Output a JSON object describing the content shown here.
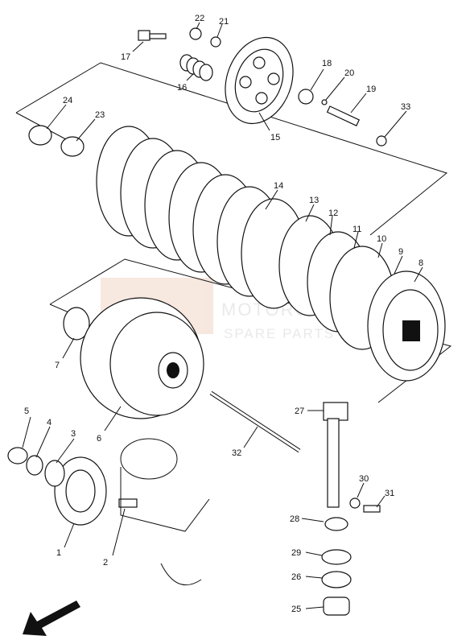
{
  "diagram": {
    "callouts": [
      {
        "id": "c1",
        "label": "1"
      },
      {
        "id": "c2",
        "label": "2"
      },
      {
        "id": "c3",
        "label": "3"
      },
      {
        "id": "c4",
        "label": "4"
      },
      {
        "id": "c5",
        "label": "5"
      },
      {
        "id": "c6",
        "label": "6"
      },
      {
        "id": "c7",
        "label": "7"
      },
      {
        "id": "c8",
        "label": "8"
      },
      {
        "id": "c9",
        "label": "9"
      },
      {
        "id": "c10",
        "label": "10"
      },
      {
        "id": "c11",
        "label": "11"
      },
      {
        "id": "c12",
        "label": "12"
      },
      {
        "id": "c13",
        "label": "13"
      },
      {
        "id": "c14",
        "label": "14"
      },
      {
        "id": "c15",
        "label": "15"
      },
      {
        "id": "c16",
        "label": "16"
      },
      {
        "id": "c17",
        "label": "17"
      },
      {
        "id": "c18",
        "label": "18"
      },
      {
        "id": "c19",
        "label": "19"
      },
      {
        "id": "c20",
        "label": "20"
      },
      {
        "id": "c21",
        "label": "21"
      },
      {
        "id": "c22",
        "label": "22"
      },
      {
        "id": "c23",
        "label": "23"
      },
      {
        "id": "c24",
        "label": "24"
      },
      {
        "id": "c25",
        "label": "25"
      },
      {
        "id": "c26",
        "label": "26"
      },
      {
        "id": "c27",
        "label": "27"
      },
      {
        "id": "c28",
        "label": "28"
      },
      {
        "id": "c29",
        "label": "29"
      },
      {
        "id": "c30",
        "label": "30"
      },
      {
        "id": "c31",
        "label": "31"
      },
      {
        "id": "c32",
        "label": "32"
      },
      {
        "id": "c33",
        "label": "33"
      }
    ],
    "watermark": {
      "line1": "MOTORCYCLE",
      "line2": "SPARE PARTS",
      "color": "#e06a2a"
    }
  }
}
